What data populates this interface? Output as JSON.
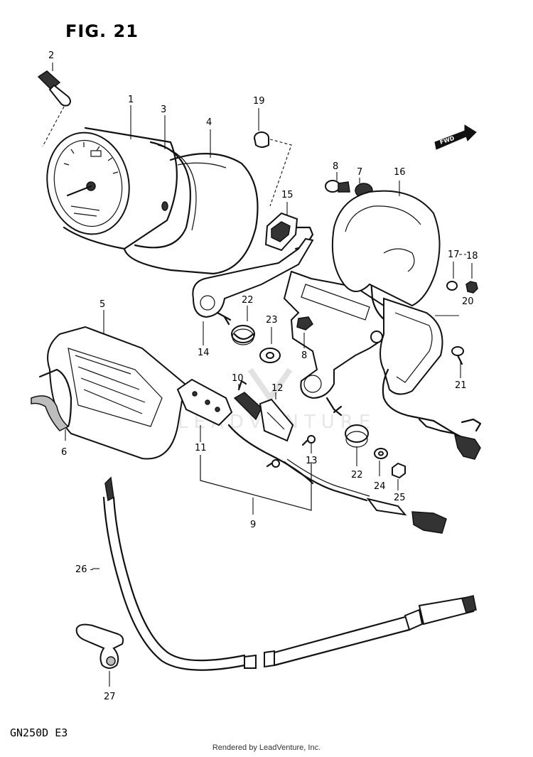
{
  "figure": {
    "title": "FIG. 21",
    "model_code": "GN250D E3",
    "footer": "Rendered by LeadVenture, Inc.",
    "fwd_label": "FWD"
  },
  "callouts": [
    {
      "id": "2",
      "label": "2"
    },
    {
      "id": "1",
      "label": "1"
    },
    {
      "id": "3",
      "label": "3"
    },
    {
      "id": "4",
      "label": "4"
    },
    {
      "id": "19",
      "label": "19"
    },
    {
      "id": "8a",
      "label": "8"
    },
    {
      "id": "7",
      "label": "7"
    },
    {
      "id": "16",
      "label": "16"
    },
    {
      "id": "15",
      "label": "15"
    },
    {
      "id": "17",
      "label": "17"
    },
    {
      "id": "18",
      "label": "18"
    },
    {
      "id": "20",
      "label": "20"
    },
    {
      "id": "22a",
      "label": "22"
    },
    {
      "id": "23",
      "label": "23"
    },
    {
      "id": "14",
      "label": "14"
    },
    {
      "id": "8b",
      "label": "8"
    },
    {
      "id": "5",
      "label": "5"
    },
    {
      "id": "21",
      "label": "21"
    },
    {
      "id": "10",
      "label": "10"
    },
    {
      "id": "12",
      "label": "12"
    },
    {
      "id": "6",
      "label": "6"
    },
    {
      "id": "11",
      "label": "11"
    },
    {
      "id": "13",
      "label": "13"
    },
    {
      "id": "22b",
      "label": "22"
    },
    {
      "id": "24",
      "label": "24"
    },
    {
      "id": "25",
      "label": "25"
    },
    {
      "id": "9",
      "label": "9"
    },
    {
      "id": "26",
      "label": "26 -"
    },
    {
      "id": "27",
      "label": "27"
    }
  ]
}
